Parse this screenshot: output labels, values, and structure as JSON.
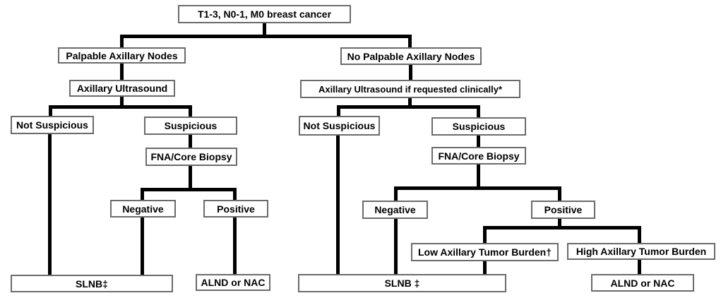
{
  "nodes": {
    "root": {
      "label": "T1-3, N0-1, M0 breast cancer"
    },
    "palpable_nodes": {
      "label": "Palpable Axillary Nodes"
    },
    "axillary_ultrasound": {
      "label": "Axillary Ultrasound"
    },
    "not_suspicious_left": {
      "label": "Not Suspicious"
    },
    "suspicious_left": {
      "label": "Suspicious"
    },
    "fna_core_biopsy_left": {
      "label": "FNA/Core Biopsy"
    },
    "negative_left": {
      "label": "Negative"
    },
    "positive_left": {
      "label": "Positive"
    },
    "slnb_left": {
      "label": "SLNB‡"
    },
    "alnd_or_nac_left": {
      "label": "ALND or NAC"
    },
    "no_palpable_nodes": {
      "label": "No Palpable Axillary Nodes"
    },
    "axillary_ultrasound_requested": {
      "label": "Axillary Ultrasound if requested clinically*"
    },
    "not_suspicious_right": {
      "label": "Not Suspicious"
    },
    "suspicious_right": {
      "label": "Suspicious"
    },
    "fna_core_biopsy_right": {
      "label": "FNA/Core Biopsy"
    },
    "negative_right": {
      "label": "Negative"
    },
    "positive_right": {
      "label": "Positive"
    },
    "low_axillary_tumor_burden": {
      "label": "Low Axillary Tumor Burden†"
    },
    "high_axillary_tumor_burden": {
      "label": "High Axillary Tumor Burden"
    },
    "slnb_right": {
      "label": "SLNB ‡"
    },
    "alnd_or_nac_right": {
      "label": "ALND or NAC"
    }
  },
  "edges": [
    {
      "from": "root",
      "to": "palpable_nodes"
    },
    {
      "from": "root",
      "to": "no_palpable_nodes"
    },
    {
      "from": "palpable_nodes",
      "to": "axillary_ultrasound"
    },
    {
      "from": "axillary_ultrasound",
      "to": "not_suspicious_left"
    },
    {
      "from": "axillary_ultrasound",
      "to": "suspicious_left"
    },
    {
      "from": "suspicious_left",
      "to": "fna_core_biopsy_left"
    },
    {
      "from": "fna_core_biopsy_left",
      "to": "negative_left"
    },
    {
      "from": "fna_core_biopsy_left",
      "to": "positive_left"
    },
    {
      "from": "not_suspicious_left",
      "to": "slnb_left"
    },
    {
      "from": "negative_left",
      "to": "slnb_left"
    },
    {
      "from": "positive_left",
      "to": "alnd_or_nac_left"
    },
    {
      "from": "no_palpable_nodes",
      "to": "axillary_ultrasound_requested"
    },
    {
      "from": "axillary_ultrasound_requested",
      "to": "not_suspicious_right"
    },
    {
      "from": "axillary_ultrasound_requested",
      "to": "suspicious_right"
    },
    {
      "from": "suspicious_right",
      "to": "fna_core_biopsy_right"
    },
    {
      "from": "fna_core_biopsy_right",
      "to": "negative_right"
    },
    {
      "from": "fna_core_biopsy_right",
      "to": "positive_right"
    },
    {
      "from": "positive_right",
      "to": "low_axillary_tumor_burden"
    },
    {
      "from": "positive_right",
      "to": "high_axillary_tumor_burden"
    },
    {
      "from": "not_suspicious_right",
      "to": "slnb_right"
    },
    {
      "from": "negative_right",
      "to": "slnb_right"
    },
    {
      "from": "low_axillary_tumor_burden",
      "to": "slnb_right"
    },
    {
      "from": "high_axillary_tumor_burden",
      "to": "alnd_or_nac_right"
    }
  ],
  "colors": {
    "box_border": "#6b6b6b",
    "box_fill": "#ffffff",
    "connector": "#000000",
    "text": "#000000",
    "background": "#ffffff"
  }
}
